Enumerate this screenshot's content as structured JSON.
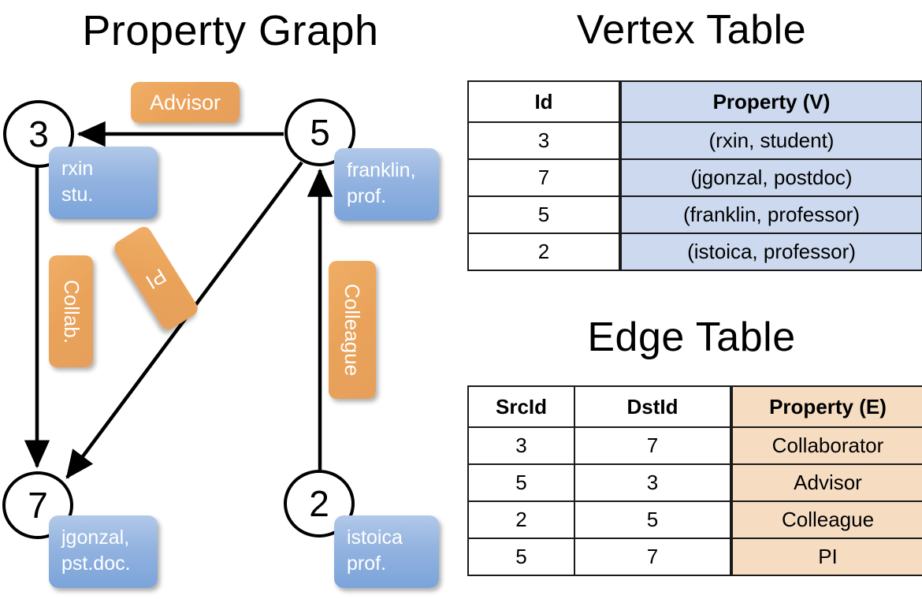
{
  "graph": {
    "title": "Property Graph",
    "vertices": [
      {
        "id": "3",
        "property_text_line1": "rxin",
        "property_text_line2": "stu."
      },
      {
        "id": "5",
        "property_text_line1": "franklin,",
        "property_text_line2": "prof."
      },
      {
        "id": "7",
        "property_text_line1": "jgonzal,",
        "property_text_line2": "pst.doc."
      },
      {
        "id": "2",
        "property_text_line1": "istoica",
        "property_text_line2": "prof."
      }
    ],
    "edge_labels": [
      {
        "name": "advisor-label",
        "text": "Advisor"
      },
      {
        "name": "collab-label",
        "text": "Collab."
      },
      {
        "name": "pi-label",
        "text": "PI"
      },
      {
        "name": "colleague-label",
        "text": "Colleague"
      }
    ],
    "edges": [
      {
        "from": "5",
        "to": "3",
        "label": "Advisor"
      },
      {
        "from": "3",
        "to": "7",
        "label": "Collab."
      },
      {
        "from": "5",
        "to": "7",
        "label": "PI"
      },
      {
        "from": "2",
        "to": "5",
        "label": "Colleague"
      }
    ]
  },
  "vertex_table": {
    "title": "Vertex Table",
    "headers": [
      "Id",
      "Property (V)"
    ],
    "rows": [
      {
        "id": "3",
        "property": "(rxin, student)"
      },
      {
        "id": "7",
        "property": "(jgonzal, postdoc)"
      },
      {
        "id": "5",
        "property": "(franklin, professor)"
      },
      {
        "id": "2",
        "property": "(istoica, professor)"
      }
    ]
  },
  "edge_table": {
    "title": "Edge Table",
    "headers": [
      "SrcId",
      "DstId",
      "Property (E)"
    ],
    "rows": [
      {
        "src": "3",
        "dst": "7",
        "property": "Collaborator"
      },
      {
        "src": "5",
        "dst": "3",
        "property": "Advisor"
      },
      {
        "src": "2",
        "dst": "5",
        "property": "Colleague"
      },
      {
        "src": "5",
        "dst": "7",
        "property": "PI"
      }
    ]
  },
  "colors": {
    "vertex_property_box": "#93b3e0",
    "edge_label_box": "#eaa25a",
    "vertex_table_property_fill": "#ccd9ee",
    "edge_table_property_fill": "#f6ddc2",
    "stroke": "#000000",
    "background": "#ffffff"
  }
}
